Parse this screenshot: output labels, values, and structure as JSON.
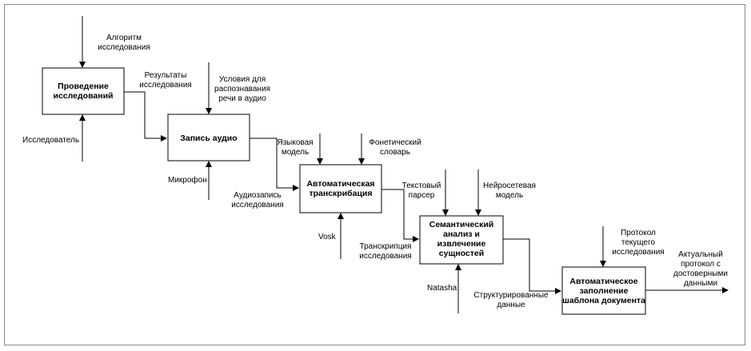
{
  "blocks": {
    "b1": [
      "Проведение",
      "исследований"
    ],
    "b2": [
      "Запись аудио"
    ],
    "b3": [
      "Автоматическая",
      "транскрибация"
    ],
    "b4": [
      "Семантический",
      "анализ и",
      "извлечение",
      "сущностей"
    ],
    "b5": [
      "Автоматическое",
      "заполнение",
      "шаблона документа"
    ]
  },
  "labels": {
    "algorithm": [
      "Алгоритм",
      "исследования"
    ],
    "researcher": [
      "Исследователь"
    ],
    "results": [
      "Результаты",
      "исследования"
    ],
    "conditions": [
      "Условия для",
      "распознавания",
      "речи в аудио"
    ],
    "microphone": [
      "Микрофон"
    ],
    "lang_model": [
      "Языковая",
      "модель"
    ],
    "phonetic": [
      "Фонетический",
      "словарь"
    ],
    "audio_rec": [
      "Аудиозапись",
      "исследования"
    ],
    "vosk": [
      "Vosk"
    ],
    "text_parser": [
      "Текстовый",
      "парсер"
    ],
    "neural_model": [
      "Нейросетевая",
      "модель"
    ],
    "transcript": [
      "Транскрипция",
      "исследования"
    ],
    "natasha": [
      "Natasha"
    ],
    "structured": [
      "Структурированные",
      "данные"
    ],
    "protocol_cur": [
      "Протокол",
      "текущего",
      "исследования"
    ],
    "actual_protocol": [
      "Актуальный",
      "протокол с",
      "достоверными",
      "данными"
    ]
  }
}
